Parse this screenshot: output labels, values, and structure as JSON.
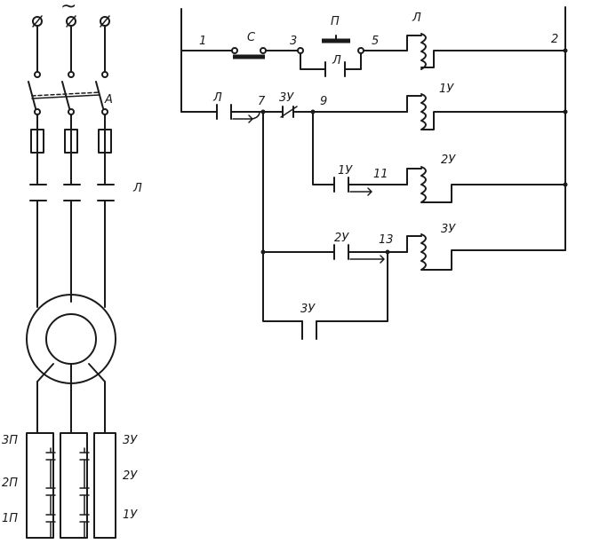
{
  "supply_symbol": "~",
  "power": {
    "breaker": "А",
    "contactor": "Л",
    "resistor_steps": [
      "3П",
      "2П",
      "1П"
    ],
    "accel_contacts": [
      "3У",
      "2У",
      "1У"
    ]
  },
  "control": {
    "nodes": [
      "1",
      "2",
      "3",
      "5",
      "7",
      "9",
      "11",
      "13"
    ],
    "stop_button": "С",
    "start_button": "П",
    "seal_contact": "Л",
    "line_coil": "Л",
    "line_contact": "Л",
    "contact_3y": "3У",
    "coil_1y": "1У",
    "contact_1y": "1У",
    "coil_2y": "2У",
    "contact_2y": "2У",
    "coil_3y": "3У",
    "contact_3y_bottom": "3У"
  }
}
